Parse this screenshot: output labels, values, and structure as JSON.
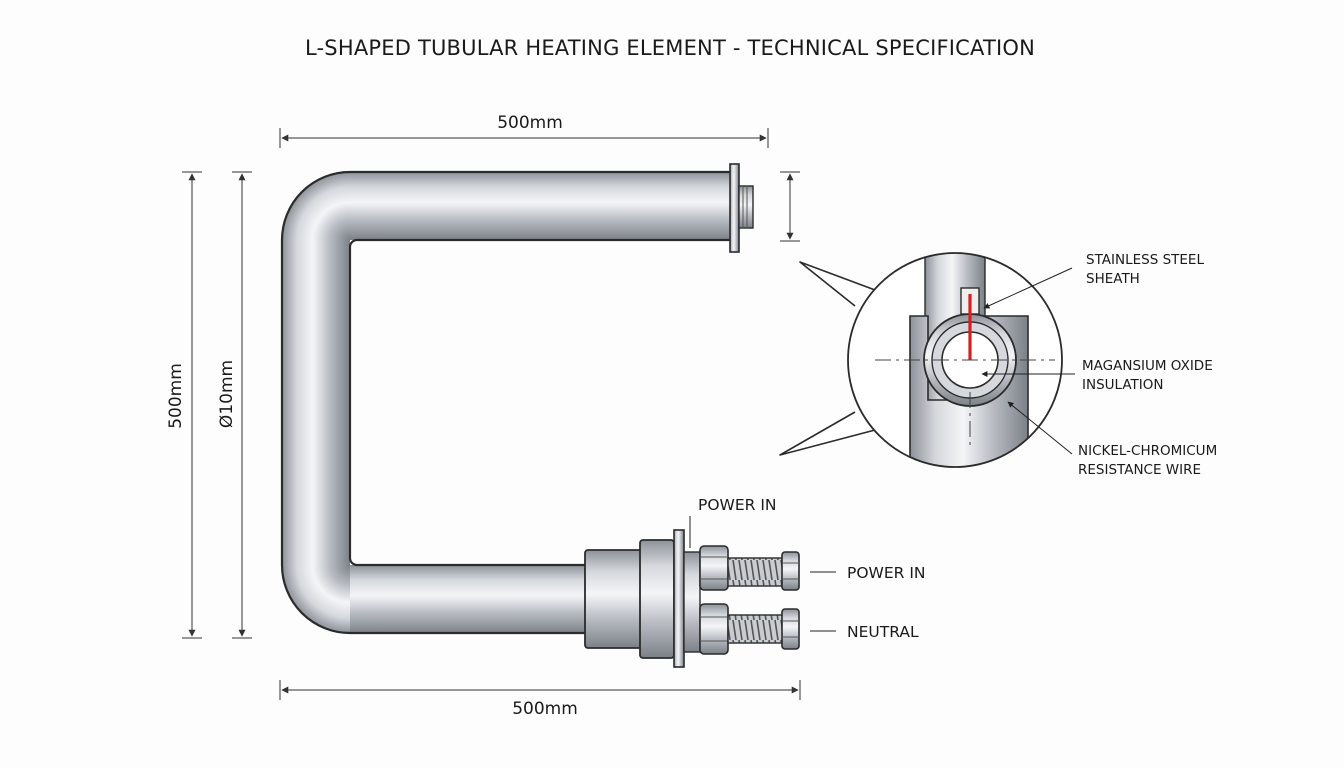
{
  "title": "L-SHAPED TUBULAR HEATING ELEMENT - TECHNICAL SPECIFICATION",
  "dimensions": {
    "top_length": "500mm",
    "bottom_length": "500mm",
    "height": "500mm",
    "diameter": "Ø10mm"
  },
  "callouts": {
    "sheath_line1": "STAINLESS STEEL",
    "sheath_line2": "SHEATH",
    "insulation_line1": "MAGANSIUM OXIDE",
    "insulation_line2": "INSULATION",
    "wire_line1": "NICKEL-CHROMICUM",
    "wire_line2": "RESISTANCE WIRE"
  },
  "terminals": {
    "top_label": "POWER IN",
    "power_in": "POWER IN",
    "neutral": "NEUTRAL"
  },
  "colors": {
    "wire": "#d42020",
    "metal_dark": "#8d9299",
    "metal_light": "#f2f3f5",
    "outline": "#2b2b2b"
  }
}
